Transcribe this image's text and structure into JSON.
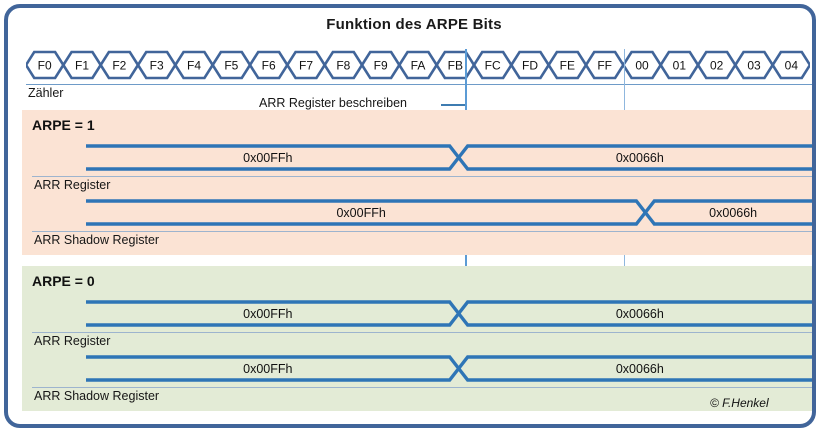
{
  "title": "Funktion des ARPE Bits",
  "counter": {
    "label": "Zähler",
    "states": [
      "F0",
      "F1",
      "F2",
      "F3",
      "F4",
      "F5",
      "F6",
      "F7",
      "F8",
      "F9",
      "FA",
      "FB",
      "FC",
      "FD",
      "FE",
      "FF",
      "00",
      "01",
      "02",
      "03",
      "04"
    ]
  },
  "annotation": {
    "write_event": "ARR Register beschreiben"
  },
  "panels": [
    {
      "id": "arpe1",
      "title": "ARPE = 1",
      "background": "#FBE3D4",
      "rows": [
        {
          "label": "ARR Register",
          "old_value": "0x00FFh",
          "new_value": "0x0066h",
          "transition_at": "FB"
        },
        {
          "label": "ARR Shadow Register",
          "old_value": "0x00FFh",
          "new_value": "0x0066h",
          "transition_at": "00"
        }
      ]
    },
    {
      "id": "arpe0",
      "title": "ARPE = 0",
      "background": "#E3EBD6",
      "rows": [
        {
          "label": "ARR Register",
          "old_value": "0x00FFh",
          "new_value": "0x0066h",
          "transition_at": "FB"
        },
        {
          "label": "ARR Shadow Register",
          "old_value": "0x00FFh",
          "new_value": "0x0066h",
          "transition_at": "FB"
        }
      ]
    }
  ],
  "copyright": "© F.Henkel",
  "colors": {
    "frame": "#41659A",
    "wave": "#2E75B6",
    "guide": "#5B9BD5",
    "hex_outline": "#41659A"
  }
}
